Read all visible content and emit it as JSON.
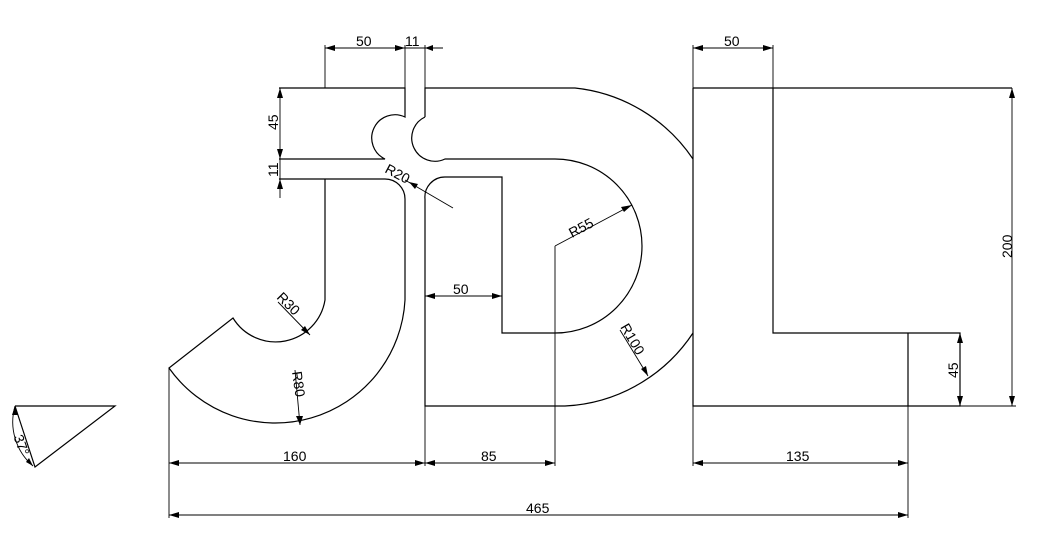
{
  "dimensions": {
    "top_width_50_j": "50",
    "top_gap_11": "11",
    "top_width_50_l": "50",
    "left_height_45": "45",
    "left_gap_11": "11",
    "radius_r20": "R20",
    "radius_r55": "R55",
    "radius_r30": "R30",
    "radius_r80": "R80",
    "radius_r100": "R100",
    "inner_width_50": "50",
    "right_height_200": "200",
    "right_height_45": "45",
    "angle_37": "37°",
    "bottom_160": "160",
    "bottom_85": "85",
    "bottom_135": "135",
    "bottom_465": "465"
  }
}
